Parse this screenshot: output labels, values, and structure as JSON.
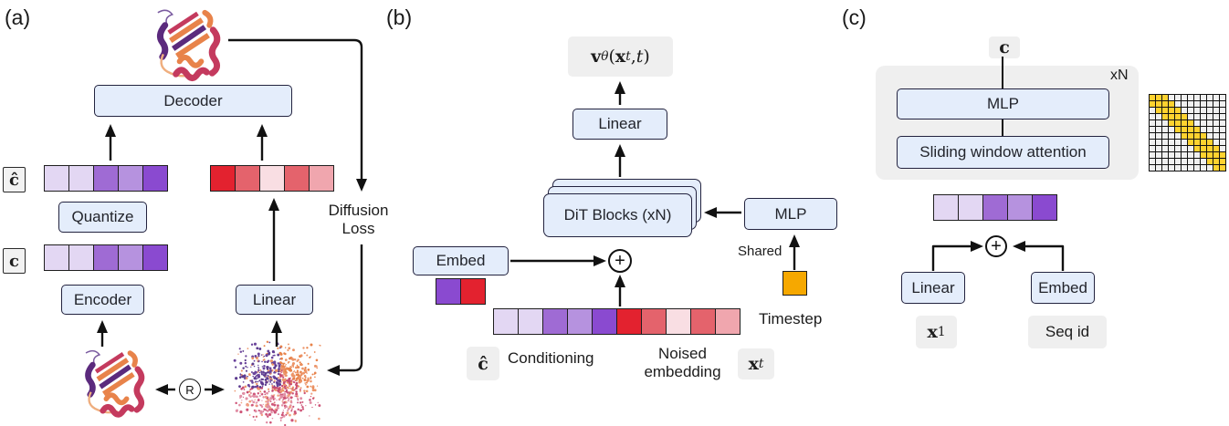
{
  "figure": {
    "panel_a": {
      "label": "(a)",
      "decoder": "Decoder",
      "quantize": "Quantize",
      "encoder": "Encoder",
      "linear": "Linear",
      "c_hat": "ĉ",
      "c": "c",
      "diffusion_loss_line1": "Diffusion",
      "diffusion_loss_line2": "Loss",
      "rotation_symbol": "R"
    },
    "panel_b": {
      "label": "(b)",
      "output": {
        "p1": "v",
        "p2": "θ",
        "p3": "(",
        "p4": "x",
        "p5": "t",
        "p6": ", ",
        "p7": "t",
        "p8": ")"
      },
      "linear": "Linear",
      "dit_blocks": "DiT Blocks (xN)",
      "mlp": "MLP",
      "embed": "Embed",
      "shared": "Shared",
      "timestep": "Timestep",
      "plus": "+",
      "c_hat": "ĉ",
      "conditioning": "Conditioning",
      "noised_line1": "Noised",
      "noised_line2": "embedding",
      "x_t": {
        "base": "x",
        "sub": "t"
      }
    },
    "panel_c": {
      "label": "(c)",
      "c": "c",
      "xn": "xN",
      "mlp": "MLP",
      "swa": "Sliding window attention",
      "linear": "Linear",
      "embed": "Embed",
      "plus": "+",
      "x1": {
        "base": "x",
        "sub": "1"
      },
      "seq_id": "Seq id"
    }
  },
  "tokens": {
    "purple_row": [
      "#E3D7F3",
      "#E3D7F3",
      "#9F6BD4",
      "#B692DF",
      "#8A4AD0"
    ],
    "red_row": [
      "#E3222F",
      "#E4636C",
      "#F9DEE3",
      "#E4636C",
      "#F0A6AE"
    ],
    "embed_out_row": [
      "#8A4AD0",
      "#E3222F"
    ],
    "timestep_color": "#F6A800"
  },
  "attention_matrix": {
    "rows": 12,
    "cols": 12,
    "band_lo": -1,
    "band_hi": 2,
    "on_color": "#FFD22F",
    "off_color": "#F0F0F0",
    "grid_color": "#111111"
  },
  "colors": {
    "box_fill": "#E4EDFB",
    "box_border": "#23233F",
    "gray_fill": "#EFEFEF",
    "arrow": "#111111",
    "background": "#FFFFFF"
  }
}
